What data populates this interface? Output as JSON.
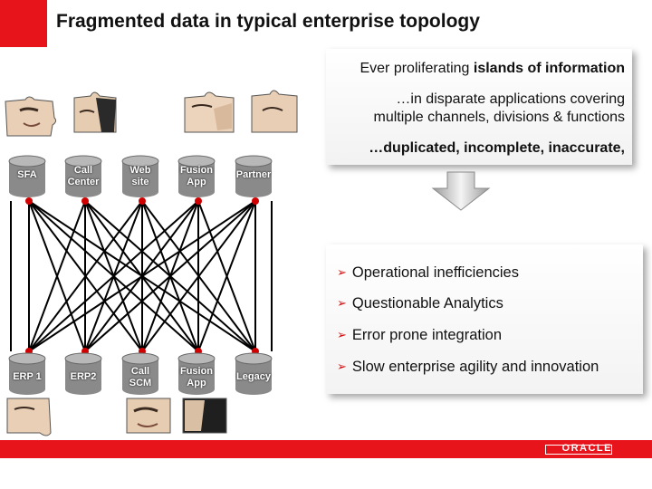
{
  "title": "Fragmented data in typical enterprise topology",
  "callout": {
    "line1_prefix": "Ever proliferating ",
    "line1_bold": "islands of information",
    "line2": "…in disparate applications covering",
    "line3": "multiple channels, divisions & functions",
    "line4": "…duplicated, incomplete, inaccurate,"
  },
  "bullets": [
    "Operational inefficiencies",
    "Questionable Analytics",
    "Error prone integration",
    "Slow enterprise agility and innovation"
  ],
  "top_systems": [
    "SFA",
    "Call Center",
    "Web site",
    "Fusion App",
    "Partner"
  ],
  "bottom_systems": [
    "ERP 1",
    "ERP2",
    "Call SCM",
    "Fusion App",
    "Legacy"
  ],
  "footer": {
    "logo": "ORACLE"
  },
  "colors": {
    "brand_red": "#e8141c",
    "node_red": "#d00000",
    "cylinder": "#8a8a8a"
  }
}
